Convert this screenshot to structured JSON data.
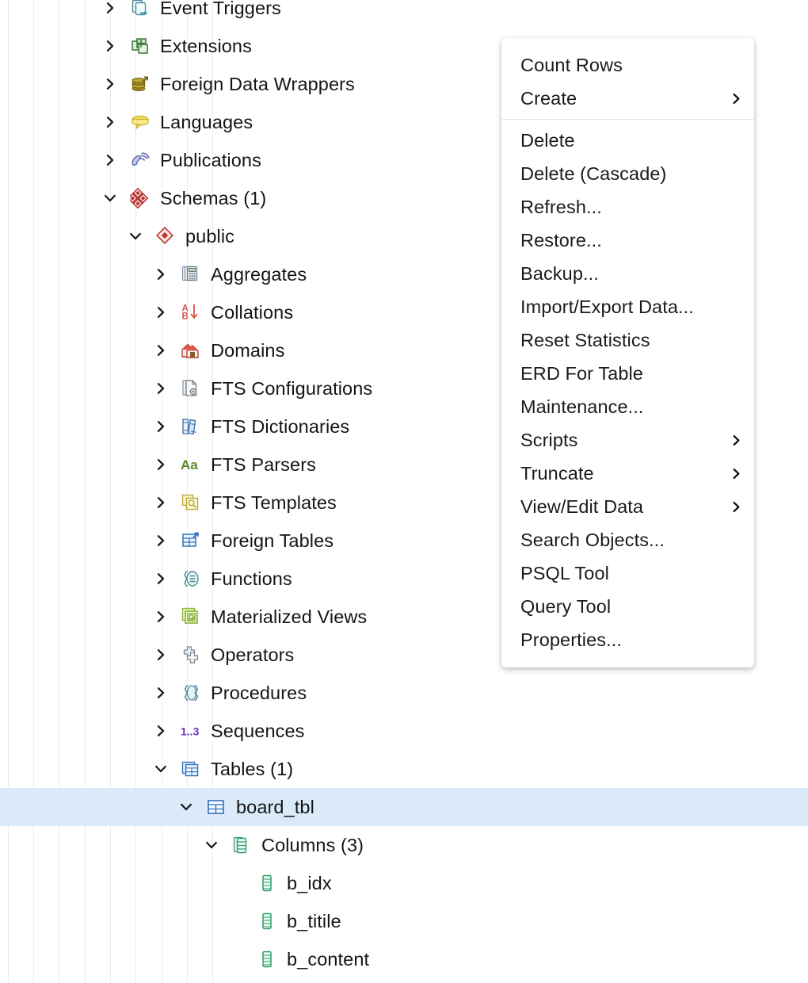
{
  "app": "pgadmin-object-browser",
  "colors": {
    "selection": "#daeaf8",
    "guide_line": "#e6ecf2",
    "text": "#151515",
    "menu_bg": "#ffffff",
    "menu_separator": "#e3e3e3"
  },
  "tree": {
    "nodes": [
      {
        "label": "Event Triggers",
        "icon": "event-trigger-icon",
        "depth": 4,
        "state": "collapsed",
        "selected": false
      },
      {
        "label": "Extensions",
        "icon": "extension-icon",
        "depth": 4,
        "state": "collapsed",
        "selected": false
      },
      {
        "label": "Foreign Data Wrappers",
        "icon": "foreign-data-wrapper-icon",
        "depth": 4,
        "state": "collapsed",
        "selected": false
      },
      {
        "label": "Languages",
        "icon": "language-icon",
        "depth": 4,
        "state": "collapsed",
        "selected": false
      },
      {
        "label": "Publications",
        "icon": "publication-icon",
        "depth": 4,
        "state": "collapsed",
        "selected": false
      },
      {
        "label": "Schemas (1)",
        "icon": "schemas-icon",
        "depth": 4,
        "state": "expanded",
        "selected": false
      },
      {
        "label": "public",
        "icon": "schema-icon",
        "depth": 5,
        "state": "expanded",
        "selected": false
      },
      {
        "label": "Aggregates",
        "icon": "aggregate-icon",
        "depth": 6,
        "state": "collapsed",
        "selected": false
      },
      {
        "label": "Collations",
        "icon": "collation-icon",
        "depth": 6,
        "state": "collapsed",
        "selected": false
      },
      {
        "label": "Domains",
        "icon": "domain-icon",
        "depth": 6,
        "state": "collapsed",
        "selected": false
      },
      {
        "label": "FTS Configurations",
        "icon": "fts-configuration-icon",
        "depth": 6,
        "state": "collapsed",
        "selected": false
      },
      {
        "label": "FTS Dictionaries",
        "icon": "fts-dictionary-icon",
        "depth": 6,
        "state": "collapsed",
        "selected": false
      },
      {
        "label": "FTS Parsers",
        "icon": "fts-parser-icon",
        "depth": 6,
        "state": "collapsed",
        "selected": false
      },
      {
        "label": "FTS Templates",
        "icon": "fts-template-icon",
        "depth": 6,
        "state": "collapsed",
        "selected": false
      },
      {
        "label": "Foreign Tables",
        "icon": "foreign-table-icon",
        "depth": 6,
        "state": "collapsed",
        "selected": false
      },
      {
        "label": "Functions",
        "icon": "function-icon",
        "depth": 6,
        "state": "collapsed",
        "selected": false
      },
      {
        "label": "Materialized Views",
        "icon": "materialized-view-icon",
        "depth": 6,
        "state": "collapsed",
        "selected": false
      },
      {
        "label": "Operators",
        "icon": "operator-icon",
        "depth": 6,
        "state": "collapsed",
        "selected": false
      },
      {
        "label": "Procedures",
        "icon": "procedure-icon",
        "depth": 6,
        "state": "collapsed",
        "selected": false
      },
      {
        "label": "Sequences",
        "icon": "sequence-icon",
        "depth": 6,
        "state": "collapsed",
        "selected": false
      },
      {
        "label": "Tables (1)",
        "icon": "tables-icon",
        "depth": 6,
        "state": "expanded",
        "selected": false
      },
      {
        "label": "board_tbl",
        "icon": "table-icon",
        "depth": 7,
        "state": "expanded",
        "selected": true
      },
      {
        "label": "Columns (3)",
        "icon": "columns-icon",
        "depth": 8,
        "state": "expanded",
        "selected": false
      },
      {
        "label": "b_idx",
        "icon": "column-icon",
        "depth": 9,
        "state": "leaf",
        "selected": false
      },
      {
        "label": "b_titile",
        "icon": "column-icon",
        "depth": 9,
        "state": "leaf",
        "selected": false
      },
      {
        "label": "b_content",
        "icon": "column-icon",
        "depth": 9,
        "state": "leaf",
        "selected": false
      }
    ]
  },
  "context_menu": {
    "target": "board_tbl",
    "groups": [
      {
        "items": [
          {
            "label": "Count Rows",
            "submenu": false
          },
          {
            "label": "Create",
            "submenu": true
          }
        ]
      },
      {
        "items": [
          {
            "label": "Delete",
            "submenu": false
          },
          {
            "label": "Delete (Cascade)",
            "submenu": false
          },
          {
            "label": "Refresh...",
            "submenu": false
          },
          {
            "label": "Restore...",
            "submenu": false
          },
          {
            "label": "Backup...",
            "submenu": false
          },
          {
            "label": "Import/Export Data...",
            "submenu": false
          },
          {
            "label": "Reset Statistics",
            "submenu": false
          },
          {
            "label": "ERD For Table",
            "submenu": false
          },
          {
            "label": "Maintenance...",
            "submenu": false
          },
          {
            "label": "Scripts",
            "submenu": true
          },
          {
            "label": "Truncate",
            "submenu": true
          },
          {
            "label": "View/Edit Data",
            "submenu": true
          },
          {
            "label": "Search Objects...",
            "submenu": false
          },
          {
            "label": "PSQL Tool",
            "submenu": false
          },
          {
            "label": "Query Tool",
            "submenu": false
          },
          {
            "label": "Properties...",
            "submenu": false
          }
        ]
      }
    ]
  }
}
